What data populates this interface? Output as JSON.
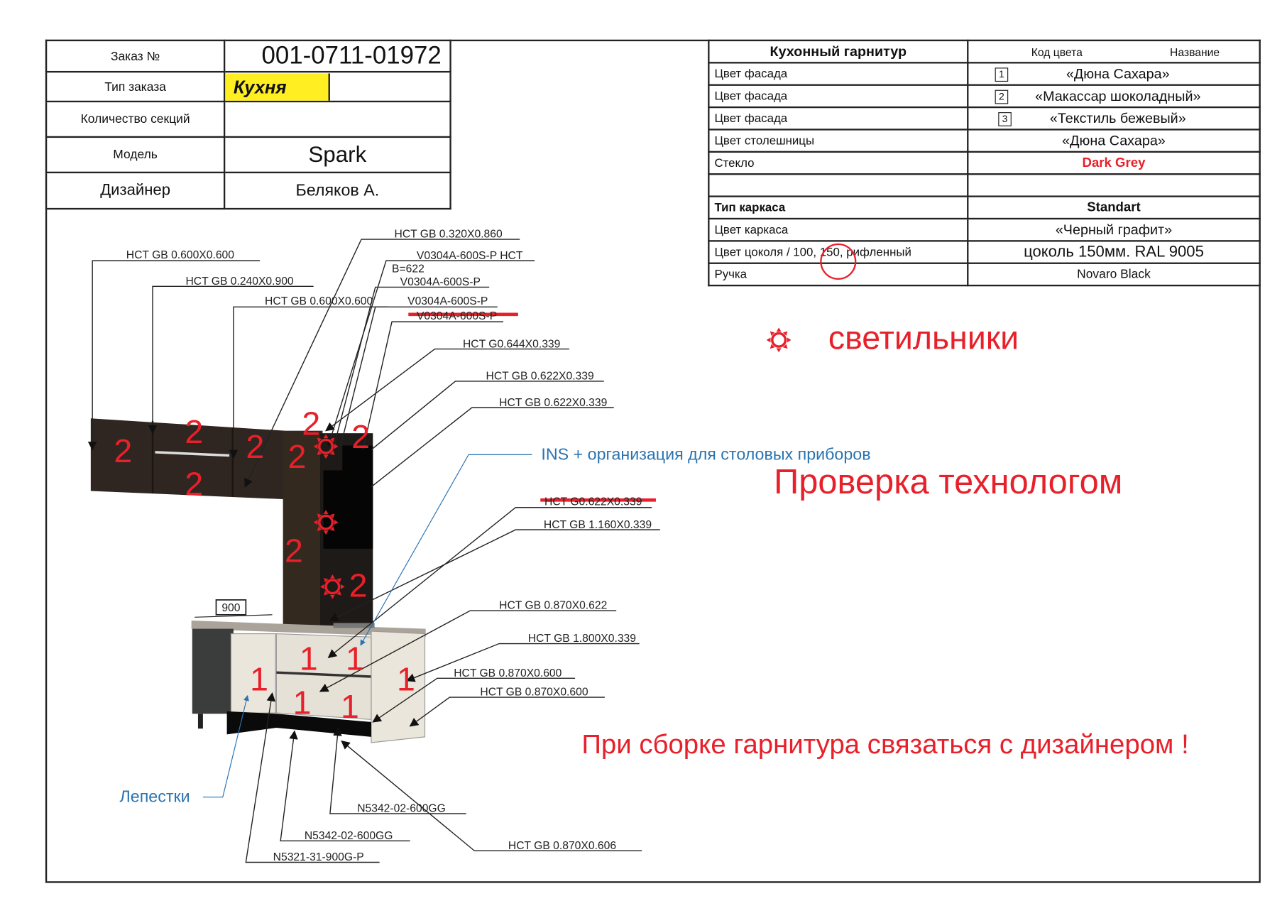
{
  "order_info": {
    "order_no_label": "Заказ №",
    "order_no": "001-0711-01972",
    "order_type_label": "Тип заказа",
    "order_type": "Кухня",
    "sections_label": "Количество секций",
    "sections": "",
    "model_label": "Модель",
    "model": "Spark",
    "designer_label": "Дизайнер",
    "designer": "Беляков А."
  },
  "spec": {
    "title": "Кухонный гарнитур",
    "col_code": "Код цвета",
    "col_name": "Название",
    "rows": [
      {
        "label": "Цвет фасада",
        "code": "1",
        "value": "«Дюна Сахара»"
      },
      {
        "label": "Цвет фасада",
        "code": "2",
        "value": "«Макассар шоколадный»"
      },
      {
        "label": "Цвет фасада",
        "code": "3",
        "value": "«Текстиль бежевый»"
      },
      {
        "label": "Цвет столешницы",
        "value": "«Дюна Сахара»"
      },
      {
        "label": "Стекло",
        "value": "Dark Grey"
      },
      {
        "label": "",
        "value": ""
      },
      {
        "label": "Тип каркаса",
        "value": "Standart"
      },
      {
        "label": "Цвет каркаса",
        "value": "«Черный графит»"
      },
      {
        "label": "Цвет цоколя / 100, 150, рифленный",
        "value": "цоколь 150мм. RAL 9005"
      },
      {
        "label": "Ручка",
        "value": "Novaro Black"
      }
    ],
    "glass_color": "#e8202a"
  },
  "notes": {
    "lights_icon": "sun-icon",
    "lights": "светильники",
    "check": "Проверка технологом",
    "assembly": "При сборке гарнитура связаться с дизайнером !",
    "ins": "INS + организация для столовых приборов",
    "petals": "Лепестки",
    "accent_red": "#e8202a",
    "accent_blue": "#2a73b0"
  },
  "drawing": {
    "labels": [
      "HCT GB 0.600X0.600",
      "HCT GB 0.240X0.900",
      "HCT GB 0.600X0.600",
      "HCT GB 0.320X0.860",
      "V0304A-600S-P HCT",
      "B=622",
      "V0304A-600S-P",
      "V0304A-600S-P",
      "V0304A-600S-P",
      "HCT G0.644X0.339",
      "HCT GB 0.622X0.339",
      "HCT GB 0.622X0.339",
      "HCT G0.622X0.339",
      "HCT GB 1.160X0.339",
      "HCT GB 0.870X0.622",
      "HCT GB 1.800X0.339",
      "HCT GB 0.870X0.600",
      "HCT GB 0.870X0.600",
      "N5342-02-600GG",
      "N5342-02-600GG",
      "N5321-31-900G-P",
      "HCT GB 0.870X0.606"
    ],
    "dimension": "900",
    "upper_marker": "2",
    "lower_marker": "1"
  }
}
